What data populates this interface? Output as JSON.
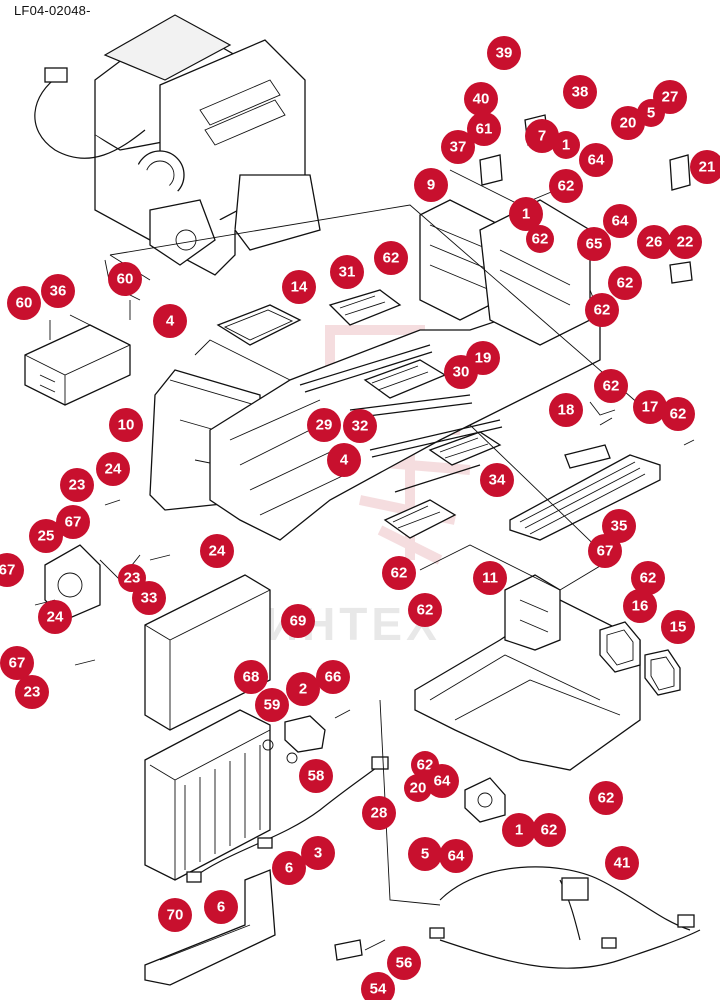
{
  "header": {
    "code": "LF04-02048-"
  },
  "watermark": {
    "text": "ИНТЕХ"
  },
  "callouts": [
    {
      "label": "39"
    },
    {
      "label": "40"
    },
    {
      "label": "38"
    },
    {
      "label": "61"
    },
    {
      "label": "37"
    },
    {
      "label": "7"
    },
    {
      "label": "1"
    },
    {
      "label": "27"
    },
    {
      "label": "5"
    },
    {
      "label": "20"
    },
    {
      "label": "64"
    },
    {
      "label": "62"
    },
    {
      "label": "21"
    },
    {
      "label": "9"
    },
    {
      "label": "1"
    },
    {
      "label": "62"
    },
    {
      "label": "64"
    },
    {
      "label": "65"
    },
    {
      "label": "26"
    },
    {
      "label": "22"
    },
    {
      "label": "62"
    },
    {
      "label": "60"
    },
    {
      "label": "62"
    },
    {
      "label": "31"
    },
    {
      "label": "14"
    },
    {
      "label": "60"
    },
    {
      "label": "36"
    },
    {
      "label": "4"
    },
    {
      "label": "62"
    },
    {
      "label": "19"
    },
    {
      "label": "30"
    },
    {
      "label": "62"
    },
    {
      "label": "10"
    },
    {
      "label": "29"
    },
    {
      "label": "32"
    },
    {
      "label": "18"
    },
    {
      "label": "17"
    },
    {
      "label": "62"
    },
    {
      "label": "4"
    },
    {
      "label": "24"
    },
    {
      "label": "23"
    },
    {
      "label": "34"
    },
    {
      "label": "67"
    },
    {
      "label": "25"
    },
    {
      "label": "35"
    },
    {
      "label": "24"
    },
    {
      "label": "67"
    },
    {
      "label": "23"
    },
    {
      "label": "33"
    },
    {
      "label": "62"
    },
    {
      "label": "67"
    },
    {
      "label": "24"
    },
    {
      "label": "11"
    },
    {
      "label": "62"
    },
    {
      "label": "69"
    },
    {
      "label": "62"
    },
    {
      "label": "16"
    },
    {
      "label": "15"
    },
    {
      "label": "67"
    },
    {
      "label": "23"
    },
    {
      "label": "68"
    },
    {
      "label": "2"
    },
    {
      "label": "66"
    },
    {
      "label": "59"
    },
    {
      "label": "58"
    },
    {
      "label": "62"
    },
    {
      "label": "64"
    },
    {
      "label": "20"
    },
    {
      "label": "28"
    },
    {
      "label": "62"
    },
    {
      "label": "1"
    },
    {
      "label": "62"
    },
    {
      "label": "3"
    },
    {
      "label": "6"
    },
    {
      "label": "5"
    },
    {
      "label": "64"
    },
    {
      "label": "41"
    },
    {
      "label": "6"
    },
    {
      "label": "70"
    },
    {
      "label": "56"
    },
    {
      "label": "54"
    }
  ]
}
